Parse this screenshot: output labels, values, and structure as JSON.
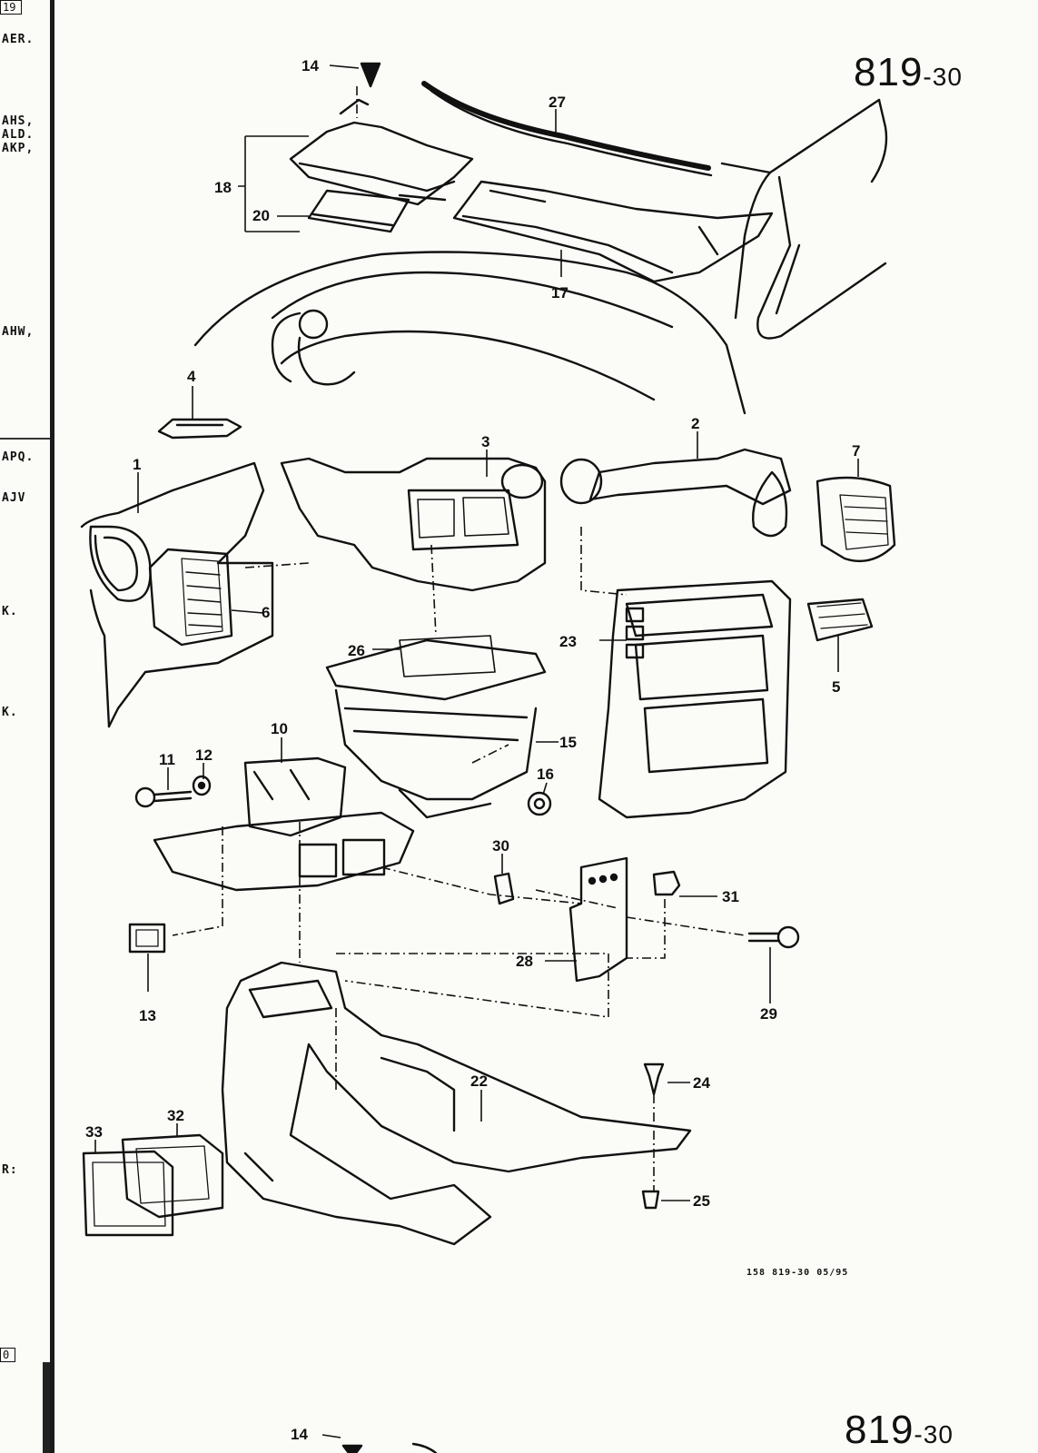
{
  "left_margin": {
    "tags": [
      "AER.",
      "AHS,",
      "ALD.",
      "AKP,",
      "AHW,",
      "APQ.",
      "AJV",
      "K.",
      "K.",
      "R:"
    ],
    "box_top": "19",
    "box_bottom": "0"
  },
  "diagram_top": {
    "title_main": "819",
    "title_suffix": "-30",
    "reference": "158   819-30   05/95",
    "callouts": [
      "14",
      "27",
      "18",
      "20",
      "17",
      "4",
      "2",
      "3",
      "7",
      "1",
      "6",
      "23",
      "5",
      "26",
      "15",
      "10",
      "11",
      "12",
      "16",
      "30",
      "31",
      "28",
      "29",
      "13",
      "22",
      "24",
      "33",
      "32",
      "25"
    ]
  },
  "diagram_bottom": {
    "title_main": "819",
    "title_suffix": "-30",
    "callouts": [
      "14"
    ]
  }
}
